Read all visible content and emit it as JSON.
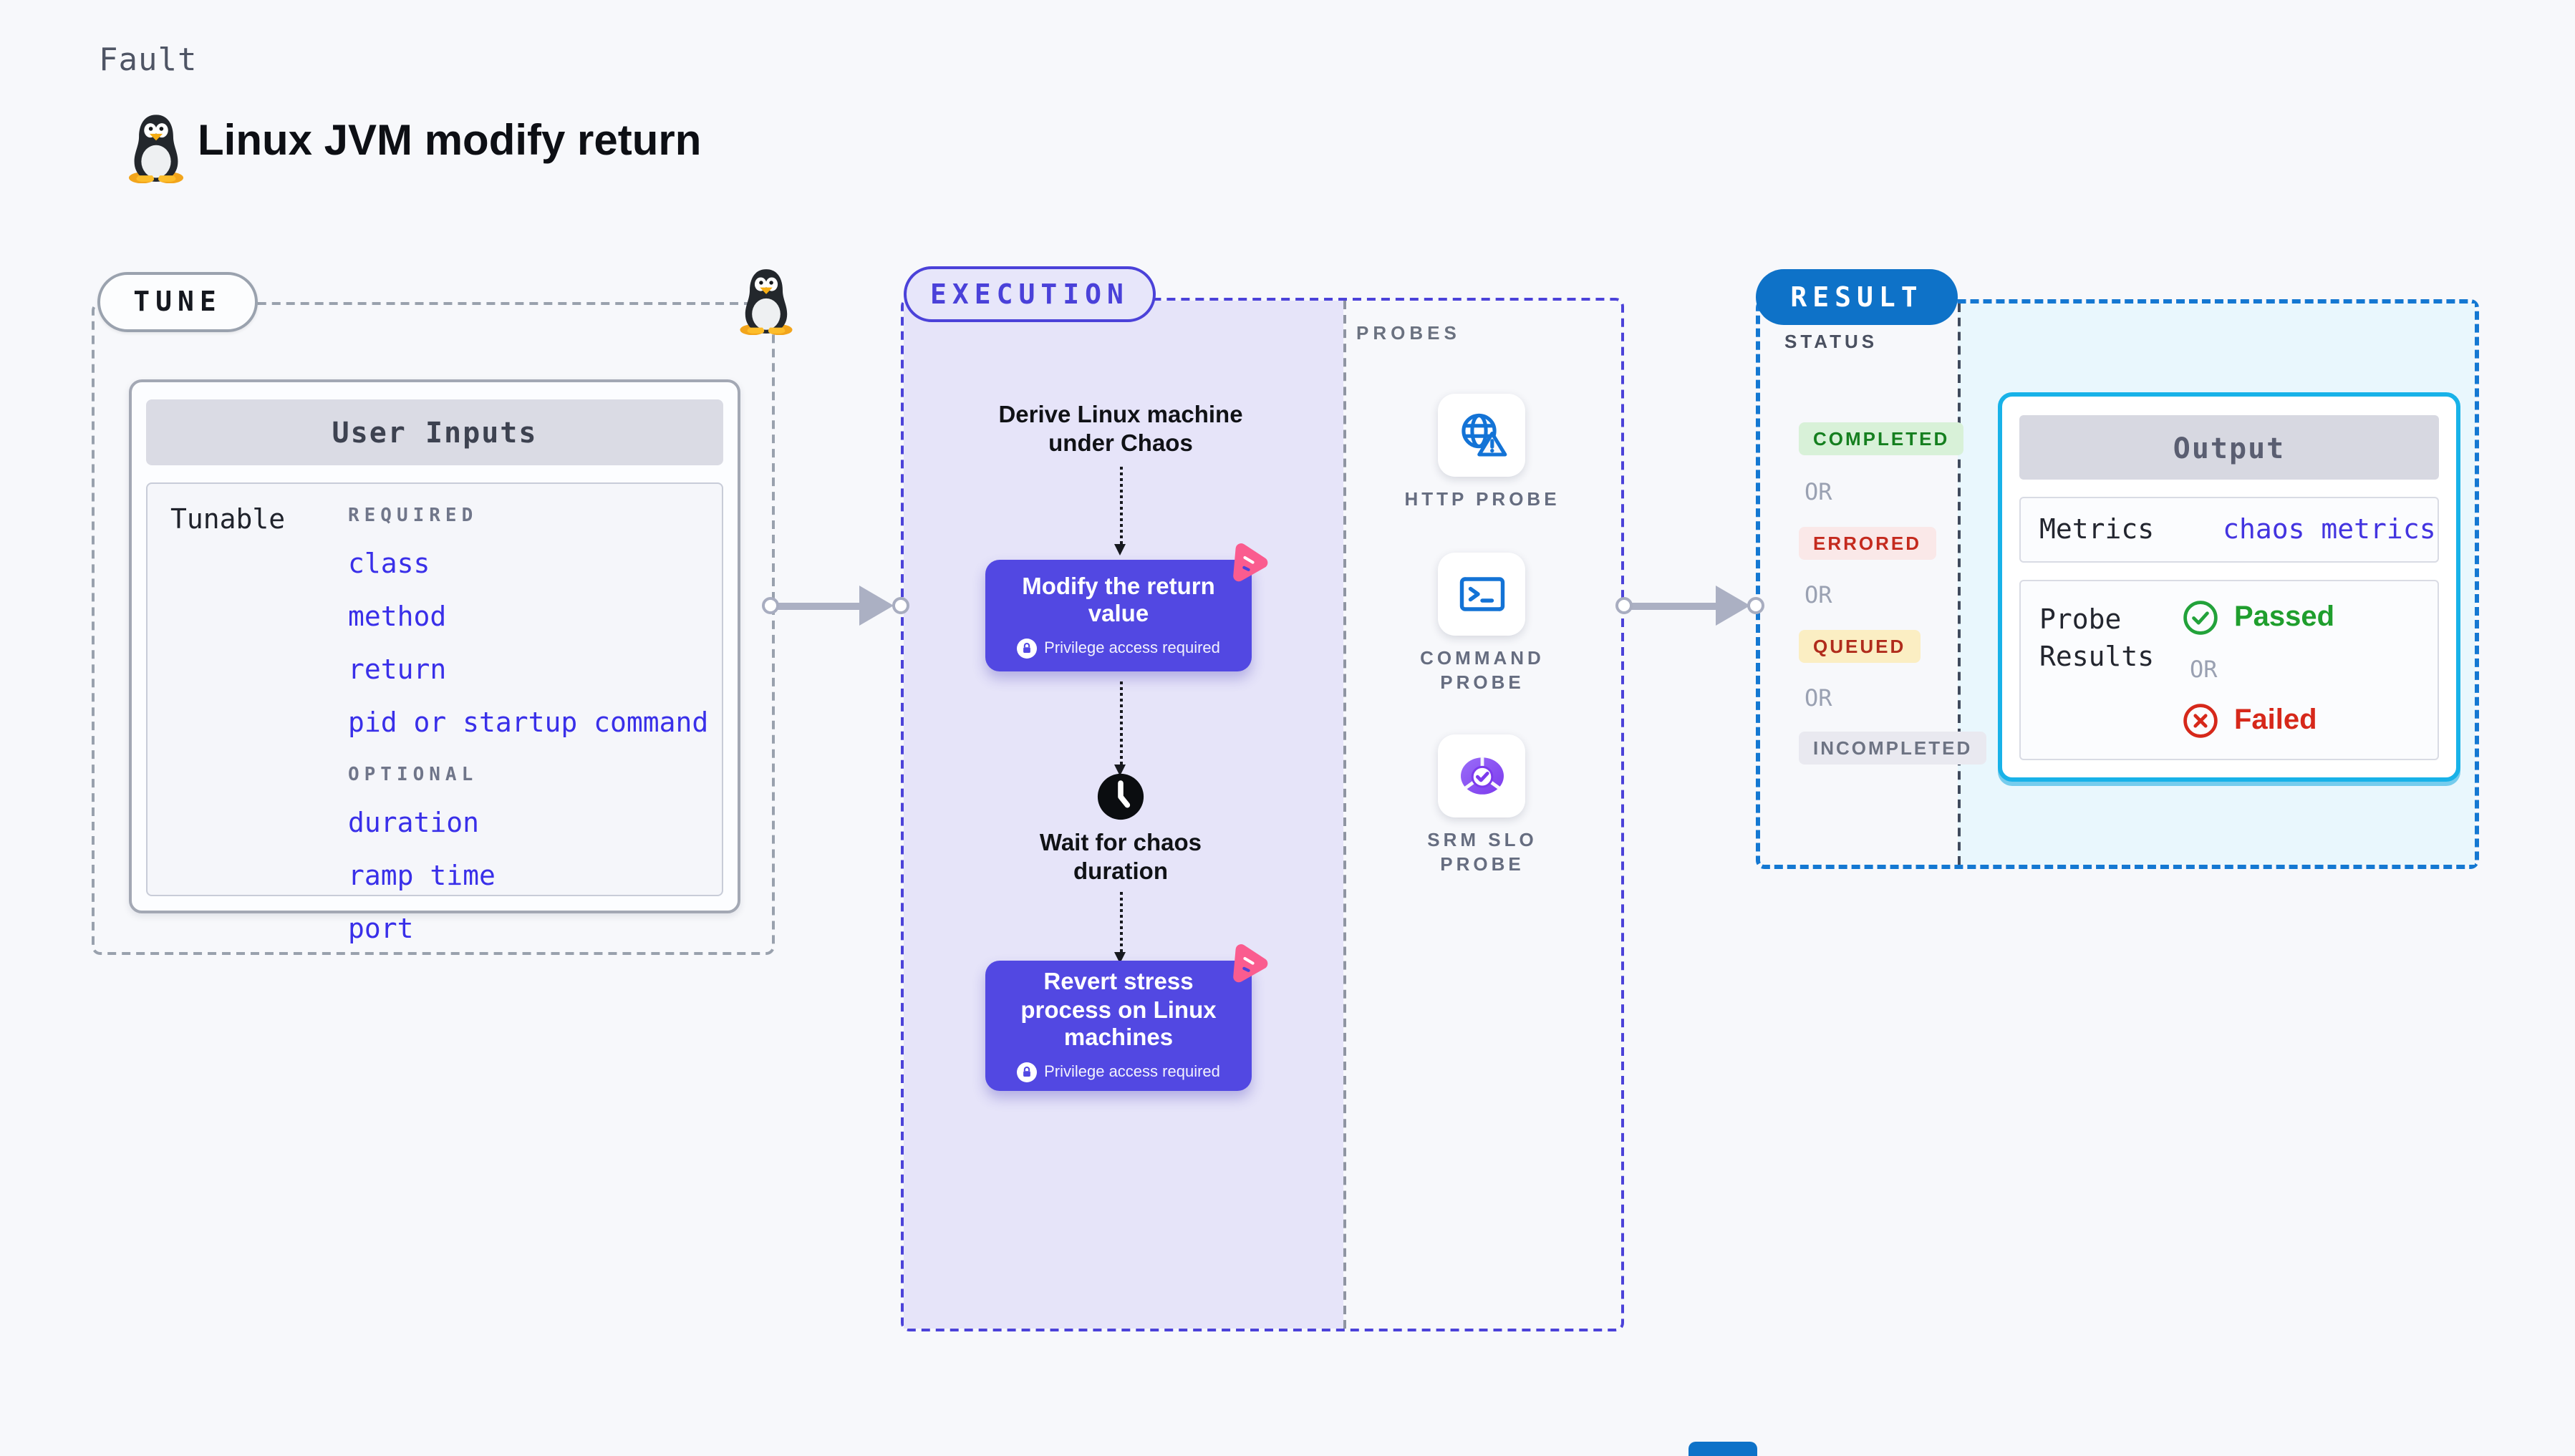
{
  "page": {
    "fault_label": "Fault",
    "title": "Linux JVM modify return",
    "background": "#f7f8fb"
  },
  "tune": {
    "section_label": "TUNE",
    "card_header": "User Inputs",
    "row_label": "Tunable",
    "required_label": "REQUIRED",
    "optional_label": "OPTIONAL",
    "required_items": [
      "class",
      "method",
      "return",
      "pid or startup command"
    ],
    "optional_items": [
      "duration",
      "ramp time",
      "port"
    ],
    "link_color": "#392fe9"
  },
  "execution": {
    "section_label": "EXECUTION",
    "derive_step": "Derive Linux machine under Chaos",
    "modify_step": "Modify the return value",
    "privilege_note": "Privilege access required",
    "wait_step": "Wait for chaos duration",
    "revert_step": "Revert stress process on Linux machines",
    "accent_color": "#4b42d9",
    "node_color": "#5248e2",
    "node_badge_color": "#fa5c8f"
  },
  "probes": {
    "section_label": "PROBES",
    "items": [
      {
        "label": "HTTP PROBE",
        "icon": "globe-warning-icon"
      },
      {
        "label": "COMMAND PROBE",
        "icon": "terminal-icon"
      },
      {
        "label": "SRM SLO PROBE",
        "icon": "pie-check-icon"
      }
    ]
  },
  "result": {
    "section_label": "RESULT",
    "status_label": "STATUS",
    "or_label": "OR",
    "statuses": [
      {
        "label": "COMPLETED",
        "bg": "#d8f1d8",
        "color": "#157f1f"
      },
      {
        "label": "ERRORED",
        "bg": "#fae8e8",
        "color": "#c42a1e"
      },
      {
        "label": "QUEUED",
        "bg": "#fbeec3",
        "color": "#b02c1c"
      },
      {
        "label": "INCOMPLETED",
        "bg": "#e9e9f0",
        "color": "#6d7383"
      }
    ],
    "output": {
      "header": "Output",
      "metrics_label": "Metrics",
      "metrics_value": "chaos metrics",
      "probe_results_label": "Probe Results",
      "passed_label": "Passed",
      "or_label": "OR",
      "failed_label": "Failed",
      "passed_color": "#1f9e2d",
      "failed_color": "#d6281a",
      "border_color": "#18b2e8"
    }
  },
  "icons": {
    "title": "tux-penguin-icon",
    "tune_corner": "tux-penguin-icon",
    "node_corner": "chaos-pinwheel-icon",
    "privilege": "lock-icon",
    "wait": "clock-icon",
    "http_probe": "globe-warning-icon",
    "command_probe": "terminal-icon",
    "srm_slo_probe": "pie-check-icon",
    "passed": "check-circle-icon",
    "failed": "x-circle-icon"
  }
}
